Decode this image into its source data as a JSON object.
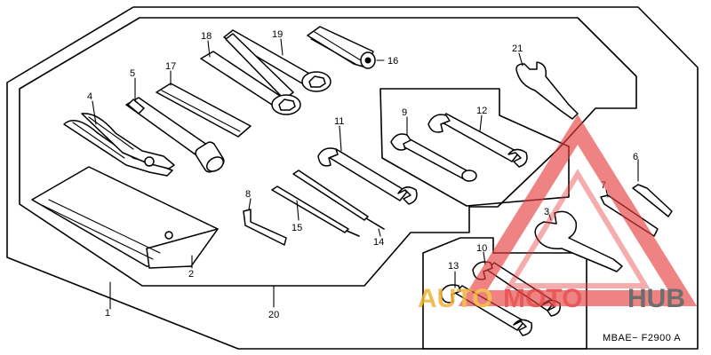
{
  "part_labels": {
    "p1": "1",
    "p2": "2",
    "p3": "3",
    "p4": "4",
    "p5": "5",
    "p6": "6",
    "p7": "7",
    "p8": "8",
    "p9": "9",
    "p10": "10",
    "p11": "11",
    "p12": "12",
    "p13": "13",
    "p14": "14",
    "p15": "15",
    "p16": "16",
    "p17": "17",
    "p18": "18",
    "p19": "19",
    "p20": "20",
    "p21": "21"
  },
  "diagram_code": "MBAE− F2900 A",
  "watermark": {
    "part1": "AUTO",
    "part2": "MOTO",
    "part3": "HUB",
    "colors": {
      "gold": "#f2b233",
      "red": "#e53d3d",
      "gray": "#555555"
    }
  }
}
